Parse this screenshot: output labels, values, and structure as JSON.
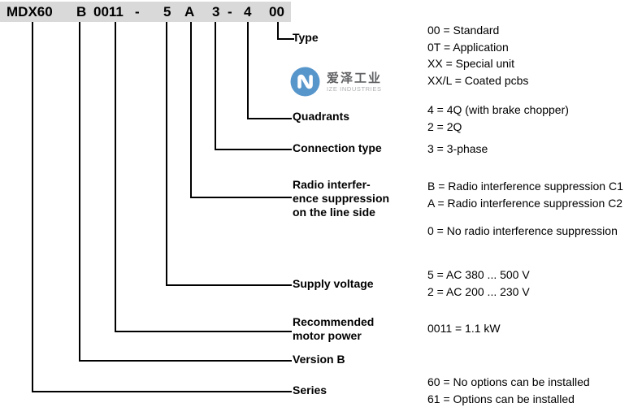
{
  "model_code": {
    "segments": [
      "MDX60",
      "B",
      "0011",
      "-",
      "5",
      "A",
      "3",
      "-",
      "4",
      "00"
    ]
  },
  "watermark": {
    "name_cn": "爱泽工业",
    "name_en": "IZE INDUSTRIES",
    "logo_blue": "#4f91c9"
  },
  "colors": {
    "bar_background": "#d9d9d9",
    "line_color": "#000000"
  },
  "rows": [
    {
      "label": "Type",
      "options": [
        "00 = Standard",
        "0T = Application",
        "XX = Special unit",
        "XX/L = Coated pcbs"
      ]
    },
    {
      "label": "Quadrants",
      "options": [
        "4 = 4Q (with brake chopper)",
        "2 = 2Q"
      ]
    },
    {
      "label": "Connection type",
      "options": [
        "3 = 3-phase"
      ]
    },
    {
      "label": "Radio interfer-\nence suppression\non the line side",
      "options": [
        "B = Radio interference suppression C1",
        "A = Radio interference suppression C2",
        "0 = No radio interference suppression"
      ]
    },
    {
      "label": "Supply voltage",
      "options": [
        "5 = AC 380 ... 500 V",
        "2 = AC 200 ... 230 V"
      ]
    },
    {
      "label": "Recommended\nmotor power",
      "options": [
        "0011 = 1.1 kW"
      ]
    },
    {
      "label": "Version B",
      "options": []
    },
    {
      "label": "Series",
      "options": [
        "60 = No options can be installed",
        "61 = Options can be installed"
      ]
    }
  ]
}
